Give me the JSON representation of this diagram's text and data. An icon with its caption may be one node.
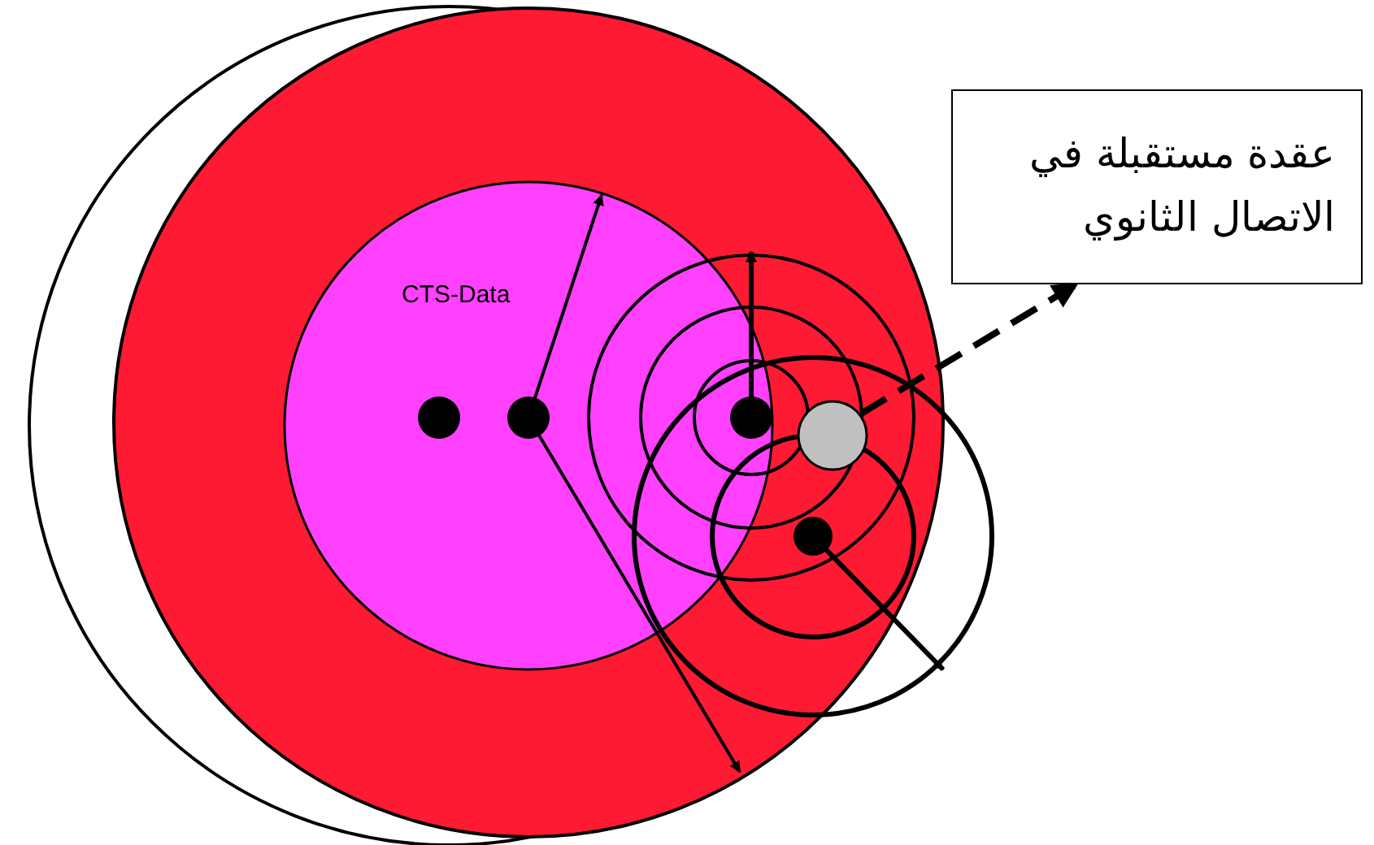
{
  "diagram": {
    "nodes": [
      {
        "text": [
          "عقدة مستقبلة في الاتصال الثانوي"
        ]
      },
      {
        "text": [],
        "shape": "circle"
      }
    ],
    "edges": [
      {
        "from": 1,
        "to": 0,
        "arrow": "to",
        "style": "dashed"
      }
    ],
    "labels": [
      "CTS-Data"
    ]
  }
}
